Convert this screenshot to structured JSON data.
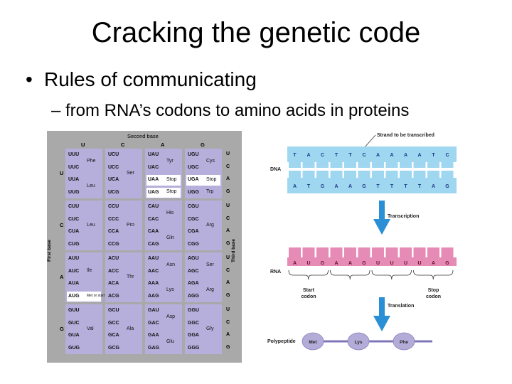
{
  "slide": {
    "title": "Cracking the genetic code",
    "bullet1": "Rules of communicating",
    "bullet2": "– from RNA’s codons to amino acids in proteins"
  },
  "table": {
    "second_base_label": "Second base",
    "first_base_label": "First base",
    "third_base_label": "Third base",
    "bases": [
      "U",
      "C",
      "A",
      "G"
    ],
    "rows": [
      {
        "first": "U",
        "codons": [
          [
            "UUU",
            "UUC",
            "UUA",
            "UUG"
          ],
          [
            "UCU",
            "UCC",
            "UCA",
            "UCG"
          ],
          [
            "UAU",
            "UAC",
            "UAA",
            "UAG"
          ],
          [
            "UGU",
            "UGC",
            "UGA",
            "UGG"
          ]
        ],
        "aas": [
          [
            {
              "name": "Phe",
              "span": [
                0,
                1
              ]
            },
            {
              "name": "Leu",
              "span": [
                2,
                3
              ]
            }
          ],
          [
            {
              "name": "Ser",
              "span": [
                0,
                3
              ]
            }
          ],
          [
            {
              "name": "Tyr",
              "span": [
                0,
                1
              ]
            },
            {
              "name": "Stop",
              "span": [
                2,
                2
              ]
            },
            {
              "name": "Stop",
              "span": [
                3,
                3
              ]
            }
          ],
          [
            {
              "name": "Cys",
              "span": [
                0,
                1
              ]
            },
            {
              "name": "Stop",
              "span": [
                2,
                2
              ]
            },
            {
              "name": "Trp",
              "span": [
                3,
                3
              ]
            }
          ]
        ]
      },
      {
        "first": "C",
        "codons": [
          [
            "CUU",
            "CUC",
            "CUA",
            "CUG"
          ],
          [
            "CCU",
            "CCC",
            "CCA",
            "CCG"
          ],
          [
            "CAU",
            "CAC",
            "CAA",
            "CAG"
          ],
          [
            "CGU",
            "CGC",
            "CGA",
            "CGG"
          ]
        ],
        "aas": [
          [
            {
              "name": "Leu",
              "span": [
                0,
                3
              ]
            }
          ],
          [
            {
              "name": "Pro",
              "span": [
                0,
                3
              ]
            }
          ],
          [
            {
              "name": "His",
              "span": [
                0,
                1
              ]
            },
            {
              "name": "Gln",
              "span": [
                2,
                3
              ]
            }
          ],
          [
            {
              "name": "Arg",
              "span": [
                0,
                3
              ]
            }
          ]
        ]
      },
      {
        "first": "A",
        "codons": [
          [
            "AUU",
            "AUC",
            "AUA",
            "AUG"
          ],
          [
            "ACU",
            "ACC",
            "ACA",
            "ACG"
          ],
          [
            "AAU",
            "AAC",
            "AAA",
            "AAG"
          ],
          [
            "AGU",
            "AGC",
            "AGA",
            "AGG"
          ]
        ],
        "aas": [
          [
            {
              "name": "Ile",
              "span": [
                0,
                2
              ]
            },
            {
              "name": "Met or start",
              "span": [
                3,
                3
              ]
            }
          ],
          [
            {
              "name": "Thr",
              "span": [
                0,
                3
              ]
            }
          ],
          [
            {
              "name": "Asn",
              "span": [
                0,
                1
              ]
            },
            {
              "name": "Lys",
              "span": [
                2,
                3
              ]
            }
          ],
          [
            {
              "name": "Ser",
              "span": [
                0,
                1
              ]
            },
            {
              "name": "Arg",
              "span": [
                2,
                3
              ]
            }
          ]
        ]
      },
      {
        "first": "G",
        "codons": [
          [
            "GUU",
            "GUC",
            "GUA",
            "GUG"
          ],
          [
            "GCU",
            "GCC",
            "GCA",
            "GCG"
          ],
          [
            "GAU",
            "GAC",
            "GAA",
            "GAG"
          ],
          [
            "GGU",
            "GGC",
            "GGA",
            "GGG"
          ]
        ],
        "aas": [
          [
            {
              "name": "Val",
              "span": [
                0,
                3
              ]
            }
          ],
          [
            {
              "name": "Ala",
              "span": [
                0,
                3
              ]
            }
          ],
          [
            {
              "name": "Asp",
              "span": [
                0,
                1
              ]
            },
            {
              "name": "Glu",
              "span": [
                2,
                3
              ]
            }
          ],
          [
            {
              "name": "Gly",
              "span": [
                0,
                3
              ]
            }
          ]
        ]
      }
    ],
    "colors": {
      "panel": "#a9a9a9",
      "block": "#b6aedb",
      "highlight": "#ffffff"
    }
  },
  "diagram": {
    "strand_label": "Strand to be transcribed",
    "dna_label": "DNA",
    "dna_top": [
      "T",
      "A",
      "C",
      "T",
      "T",
      "C",
      "A",
      "A",
      "A",
      "A",
      "T",
      "C"
    ],
    "dna_bottom": [
      "A",
      "T",
      "G",
      "A",
      "A",
      "G",
      "T",
      "T",
      "T",
      "T",
      "A",
      "G"
    ],
    "transcription_label": "Transcription",
    "rna_label": "RNA",
    "rna": [
      "A",
      "U",
      "G",
      "A",
      "A",
      "G",
      "U",
      "U",
      "U",
      "U",
      "A",
      "G"
    ],
    "start_codon_label": "Start codon",
    "stop_codon_label": "Stop codon",
    "translation_label": "Translation",
    "polypeptide_label": "Polypeptide",
    "amino_acids": [
      "Met",
      "Lys",
      "Phe"
    ],
    "colors": {
      "dna": "#9fd6f0",
      "rna": "#e58bb5",
      "arrow": "#2a8fd4",
      "aa": "#b3acd8"
    }
  }
}
